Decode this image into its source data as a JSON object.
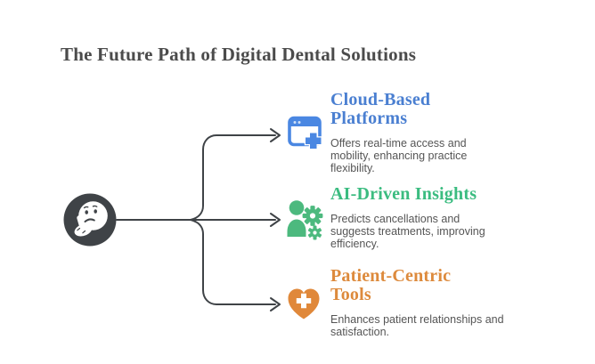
{
  "page": {
    "title": "The Future Path of Digital Dental Solutions",
    "title_color": "#4b4b4b",
    "background_color": "#ffffff"
  },
  "center": {
    "icon": "thinking-face-icon",
    "circle_color": "#3f4347"
  },
  "connector": {
    "line_color": "#3f4347",
    "arrow_style": "open-chevron",
    "branches": 3
  },
  "items": [
    {
      "title": "Cloud-Based\nPlatforms",
      "description": "Offers real-time access and\nmobility, enhancing practice\nflexibility.",
      "icon": "browser-window-medical-plus-icon",
      "accent_color": "#4a7fd1",
      "icon_color": "#4a87e2"
    },
    {
      "title": "AI-Driven Insights",
      "description": "Predicts cancellations and\nsuggests treatments, improving\nefficiency.",
      "icon": "user-with-gears-icon",
      "accent_color": "#3bbc80",
      "icon_color": "#4cb97e"
    },
    {
      "title": "Patient-Centric\nTools",
      "description": "Enhances patient relationships and\nsatisfaction.",
      "icon": "heart-with-cross-icon",
      "accent_color": "#dd8a3c",
      "icon_color": "#e0883a"
    }
  ],
  "description_text_color": "#555555"
}
